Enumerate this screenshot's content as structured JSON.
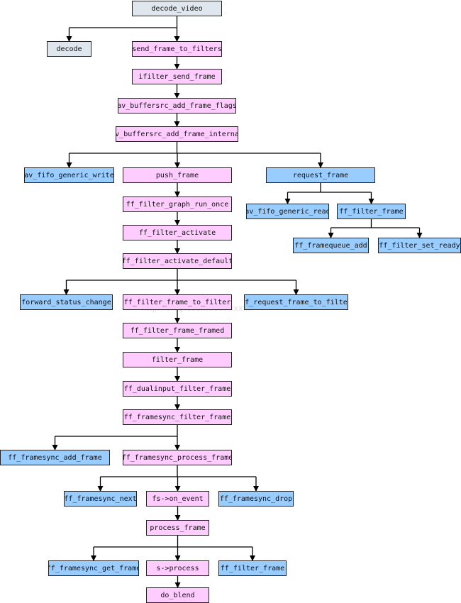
{
  "colors": {
    "gray": "#dfe6ee",
    "pink": "#ffccff",
    "blue": "#99ccff",
    "line": "#000000"
  },
  "diagram": {
    "watermark": "http://blog.csdn.net/xxxxxx",
    "nodes": [
      {
        "id": "decode_video",
        "label": "decode_video",
        "color": "gray"
      },
      {
        "id": "decode",
        "label": "decode",
        "color": "gray"
      },
      {
        "id": "send_frame_to_filters",
        "label": "send_frame_to_filters",
        "color": "pink"
      },
      {
        "id": "ifilter_send_frame",
        "label": "ifilter_send_frame",
        "color": "pink"
      },
      {
        "id": "av_buffersrc_add_frame_flags",
        "label": "av_buffersrc_add_frame_flags",
        "color": "pink"
      },
      {
        "id": "av_buffersrc_add_frame_internal",
        "label": "av_buffersrc_add_frame_internal",
        "color": "pink"
      },
      {
        "id": "av_fifo_generic_write",
        "label": "av_fifo_generic_write",
        "color": "blue"
      },
      {
        "id": "push_frame",
        "label": "push_frame",
        "color": "pink"
      },
      {
        "id": "request_frame",
        "label": "request_frame",
        "color": "blue"
      },
      {
        "id": "av_fifo_generic_read",
        "label": "av_fifo_generic_read",
        "color": "blue"
      },
      {
        "id": "ff_filter_frame_rq",
        "label": "ff_filter_frame",
        "color": "blue"
      },
      {
        "id": "ff_framequeue_add",
        "label": "ff_framequeue_add",
        "color": "blue"
      },
      {
        "id": "ff_filter_set_ready",
        "label": "ff_filter_set_ready",
        "color": "blue"
      },
      {
        "id": "ff_filter_graph_run_once",
        "label": "ff_filter_graph_run_once",
        "color": "pink"
      },
      {
        "id": "ff_filter_activate",
        "label": "ff_filter_activate",
        "color": "pink"
      },
      {
        "id": "ff_filter_activate_default",
        "label": "ff_filter_activate_default",
        "color": "pink"
      },
      {
        "id": "forward_status_change",
        "label": "forward_status_change",
        "color": "blue"
      },
      {
        "id": "ff_filter_frame_to_filter",
        "label": "ff_filter_frame_to_filter",
        "color": "pink"
      },
      {
        "id": "ff_request_frame_to_filter",
        "label": "ff_request_frame_to_filter",
        "color": "blue"
      },
      {
        "id": "ff_filter_frame_framed",
        "label": "ff_filter_frame_framed",
        "color": "pink"
      },
      {
        "id": "filter_frame",
        "label": "filter_frame",
        "color": "pink"
      },
      {
        "id": "ff_dualinput_filter_frame",
        "label": "ff_dualinput_filter_frame",
        "color": "pink"
      },
      {
        "id": "ff_framesync_filter_frame",
        "label": "ff_framesync_filter_frame",
        "color": "pink"
      },
      {
        "id": "ff_framesync_add_frame",
        "label": "ff_framesync_add_frame",
        "color": "blue"
      },
      {
        "id": "ff_framesync_process_frame",
        "label": "ff_framesync_process_frame",
        "color": "pink"
      },
      {
        "id": "ff_framesync_next",
        "label": "ff_framesync_next",
        "color": "blue"
      },
      {
        "id": "fs_on_event",
        "label": "fs->on_event",
        "color": "pink"
      },
      {
        "id": "ff_framesync_drop",
        "label": "ff_framesync_drop",
        "color": "blue"
      },
      {
        "id": "process_frame",
        "label": "process_frame",
        "color": "pink"
      },
      {
        "id": "ff_framesync_get_frame",
        "label": "ff_framesync_get_frame",
        "color": "blue"
      },
      {
        "id": "s_process",
        "label": "s->process",
        "color": "pink"
      },
      {
        "id": "ff_filter_frame_end",
        "label": "ff_filter_frame",
        "color": "blue"
      },
      {
        "id": "do_blend",
        "label": "do_blend",
        "color": "pink"
      }
    ],
    "edges": [
      {
        "from": "decode_video",
        "to": [
          "decode",
          "send_frame_to_filters"
        ]
      },
      {
        "from": "send_frame_to_filters",
        "to": [
          "ifilter_send_frame"
        ]
      },
      {
        "from": "ifilter_send_frame",
        "to": [
          "av_buffersrc_add_frame_flags"
        ]
      },
      {
        "from": "av_buffersrc_add_frame_flags",
        "to": [
          "av_buffersrc_add_frame_internal"
        ]
      },
      {
        "from": "av_buffersrc_add_frame_internal",
        "to": [
          "av_fifo_generic_write",
          "push_frame",
          "request_frame"
        ]
      },
      {
        "from": "request_frame",
        "to": [
          "av_fifo_generic_read",
          "ff_filter_frame_rq"
        ]
      },
      {
        "from": "ff_filter_frame_rq",
        "to": [
          "ff_framequeue_add",
          "ff_filter_set_ready"
        ]
      },
      {
        "from": "push_frame",
        "to": [
          "ff_filter_graph_run_once"
        ]
      },
      {
        "from": "ff_filter_graph_run_once",
        "to": [
          "ff_filter_activate"
        ]
      },
      {
        "from": "ff_filter_activate",
        "to": [
          "ff_filter_activate_default"
        ]
      },
      {
        "from": "ff_filter_activate_default",
        "to": [
          "forward_status_change",
          "ff_filter_frame_to_filter",
          "ff_request_frame_to_filter"
        ]
      },
      {
        "from": "ff_filter_frame_to_filter",
        "to": [
          "ff_filter_frame_framed"
        ]
      },
      {
        "from": "ff_filter_frame_framed",
        "to": [
          "filter_frame"
        ]
      },
      {
        "from": "filter_frame",
        "to": [
          "ff_dualinput_filter_frame"
        ]
      },
      {
        "from": "ff_dualinput_filter_frame",
        "to": [
          "ff_framesync_filter_frame"
        ]
      },
      {
        "from": "ff_framesync_filter_frame",
        "to": [
          "ff_framesync_add_frame",
          "ff_framesync_process_frame"
        ]
      },
      {
        "from": "ff_framesync_process_frame",
        "to": [
          "ff_framesync_next",
          "fs_on_event",
          "ff_framesync_drop"
        ]
      },
      {
        "from": "fs_on_event",
        "to": [
          "process_frame"
        ]
      },
      {
        "from": "process_frame",
        "to": [
          "ff_framesync_get_frame",
          "s_process",
          "ff_filter_frame_end"
        ]
      },
      {
        "from": "s_process",
        "to": [
          "do_blend"
        ]
      }
    ]
  }
}
